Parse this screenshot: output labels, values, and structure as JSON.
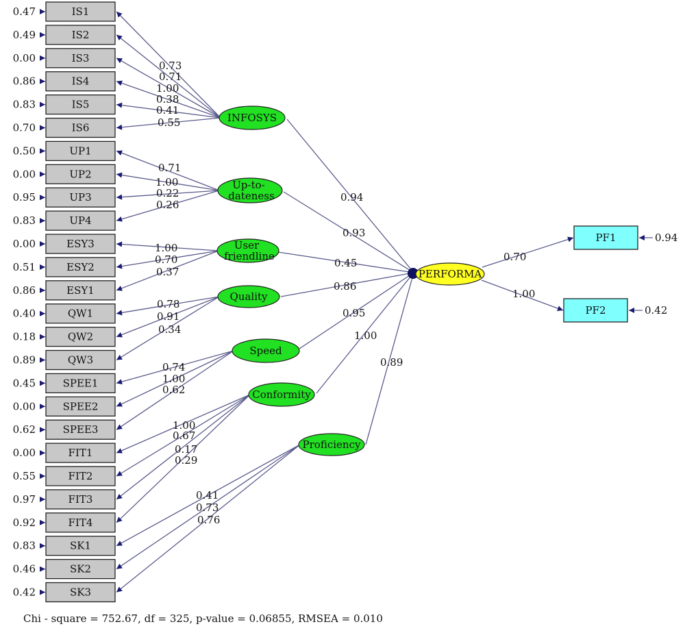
{
  "indicators": [
    {
      "label": "IS1",
      "error": "0.47",
      "loading": "0.73",
      "latent": "infosys"
    },
    {
      "label": "IS2",
      "error": "0.49",
      "loading": "0.71",
      "latent": "infosys"
    },
    {
      "label": "IS3",
      "error": "0.00",
      "loading": "1.00",
      "latent": "infosys"
    },
    {
      "label": "IS4",
      "error": "0.86",
      "loading": "0.38",
      "latent": "infosys"
    },
    {
      "label": "IS5",
      "error": "0.83",
      "loading": "0.41",
      "latent": "infosys"
    },
    {
      "label": "IS6",
      "error": "0.70",
      "loading": "0.55",
      "latent": "infosys"
    },
    {
      "label": "UP1",
      "error": "0.50",
      "loading": "0.71",
      "latent": "uptodate"
    },
    {
      "label": "UP2",
      "error": "0.00",
      "loading": "1.00",
      "latent": "uptodate"
    },
    {
      "label": "UP3",
      "error": "0.95",
      "loading": "0.22",
      "latent": "uptodate"
    },
    {
      "label": "UP4",
      "error": "0.83",
      "loading": "0.26",
      "latent": "uptodate"
    },
    {
      "label": "ESY3",
      "error": "0.00",
      "loading": "1.00",
      "latent": "user"
    },
    {
      "label": "ESY2",
      "error": "0.51",
      "loading": "0.70",
      "latent": "user"
    },
    {
      "label": "ESY1",
      "error": "0.86",
      "loading": "0.37",
      "latent": "user"
    },
    {
      "label": "QW1",
      "error": "0.40",
      "loading": "0.78",
      "latent": "quality"
    },
    {
      "label": "QW2",
      "error": "0.18",
      "loading": "0.91",
      "latent": "quality"
    },
    {
      "label": "QW3",
      "error": "0.89",
      "loading": "0.34",
      "latent": "quality"
    },
    {
      "label": "SPEE1",
      "error": "0.45",
      "loading": "0.74",
      "latent": "speed"
    },
    {
      "label": "SPEE2",
      "error": "0.00",
      "loading": "1.00",
      "latent": "speed"
    },
    {
      "label": "SPEE3",
      "error": "0.62",
      "loading": "0.62",
      "latent": "speed"
    },
    {
      "label": "FIT1",
      "error": "0.00",
      "loading": "1.00",
      "latent": "conformity"
    },
    {
      "label": "FIT2",
      "error": "0.55",
      "loading": "0.67",
      "latent": "conformity"
    },
    {
      "label": "FIT3",
      "error": "0.97",
      "loading": "0.17",
      "latent": "conformity"
    },
    {
      "label": "FIT4",
      "error": "0.92",
      "loading": "0.29",
      "latent": "conformity"
    },
    {
      "label": "SK1",
      "error": "0.83",
      "loading": "0.41",
      "latent": "proficiency"
    },
    {
      "label": "SK2",
      "error": "0.46",
      "loading": "0.73",
      "latent": "proficiency"
    },
    {
      "label": "SK3",
      "error": "0.42",
      "loading": "0.76",
      "latent": "proficiency"
    }
  ],
  "latents": [
    {
      "id": "infosys",
      "label": "INFOSYS",
      "path": "0.94"
    },
    {
      "id": "uptodate",
      "label_line1": "Up-to-",
      "label_line2": "dateness",
      "path": "0.93"
    },
    {
      "id": "user",
      "label_line1": "User",
      "label_line2": "friendline",
      "path": "0.45"
    },
    {
      "id": "quality",
      "label": "Quality",
      "path": "0.86"
    },
    {
      "id": "speed",
      "label": "Speed",
      "path": "0.95"
    },
    {
      "id": "conformity",
      "label": "Conformity",
      "path": "1.00"
    },
    {
      "id": "proficiency",
      "label": "Proficiency",
      "path": "0.89"
    }
  ],
  "outcome": {
    "label": "PERFORMA"
  },
  "outcome_indicators": [
    {
      "label": "PF1",
      "loading": "0.70",
      "error": "0.94"
    },
    {
      "label": "PF2",
      "loading": "1.00",
      "error": "0.42"
    }
  ],
  "fit_statistics": "Chi - square = 752.67, df = 325, p-value = 0.06855, RMSEA = 0.010",
  "colors": {
    "indicator_fill": "#c8c8c8",
    "latent_fill": "#22e022",
    "outcome_fill": "#ffff22",
    "outcome_indicator_fill": "#80ffff",
    "line": "#5a5a8c",
    "arrowhead": "#1a1a70"
  }
}
